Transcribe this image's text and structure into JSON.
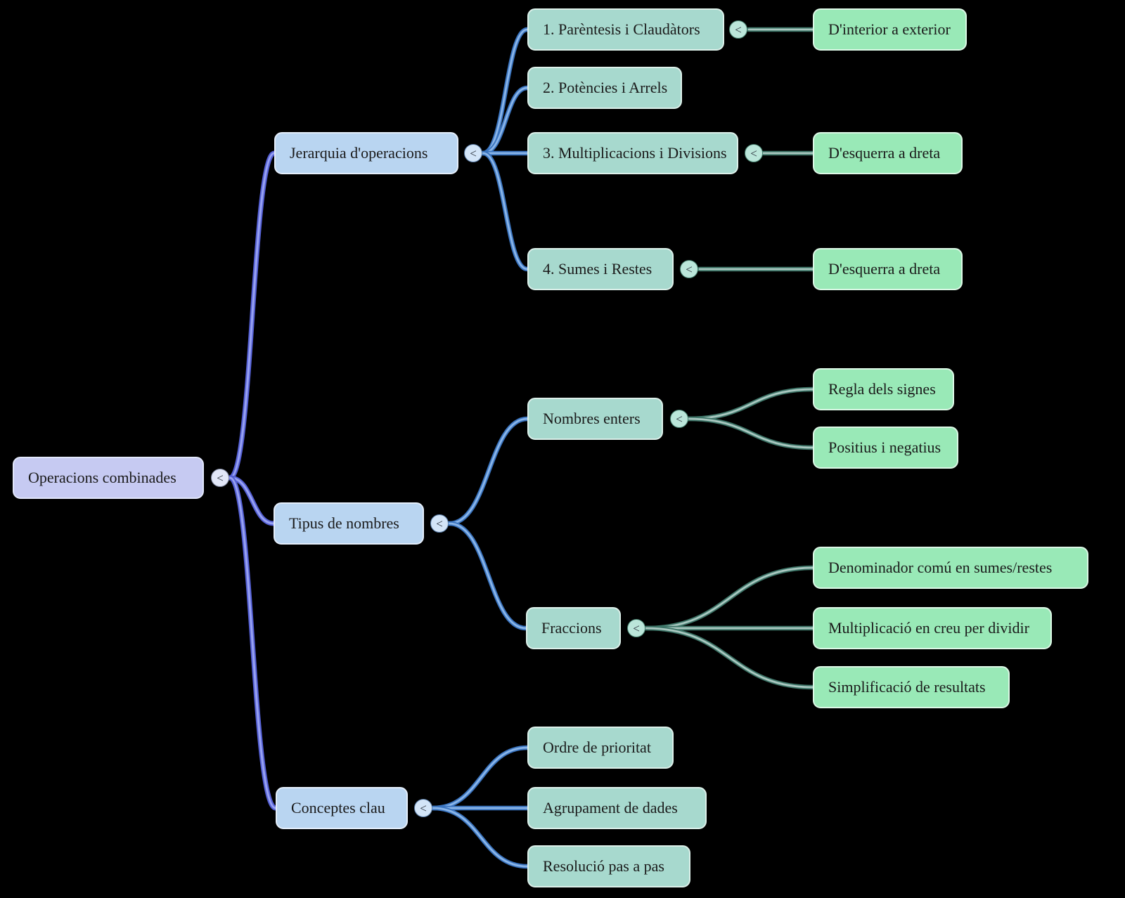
{
  "mindmap": {
    "toggle_glyph": "<",
    "root": {
      "label": "Operacions combinades"
    },
    "branches": [
      {
        "label": "Jerarquia d'operacions",
        "children": [
          {
            "label": "1. Parèntesis i Claudàtors",
            "children": [
              {
                "label": "D'interior a exterior"
              }
            ]
          },
          {
            "label": "2. Potències i Arrels"
          },
          {
            "label": "3. Multiplicacions i Divisions",
            "children": [
              {
                "label": "D'esquerra a dreta"
              }
            ]
          },
          {
            "label": "4. Sumes i Restes",
            "children": [
              {
                "label": "D'esquerra a dreta"
              }
            ]
          }
        ]
      },
      {
        "label": "Tipus de nombres",
        "children": [
          {
            "label": "Nombres enters",
            "children": [
              {
                "label": "Regla dels signes"
              },
              {
                "label": "Positius i negatius"
              }
            ]
          },
          {
            "label": "Fraccions",
            "children": [
              {
                "label": "Denominador comú en sumes/restes"
              },
              {
                "label": "Multiplicació en creu per dividir"
              },
              {
                "label": "Simplificació de resultats"
              }
            ]
          }
        ]
      },
      {
        "label": "Conceptes clau",
        "children": [
          {
            "label": "Ordre de prioritat"
          },
          {
            "label": "Agrupament de dades"
          },
          {
            "label": "Resolució pas a pas"
          }
        ]
      }
    ]
  },
  "palette": {
    "background": "#000000",
    "text": "#1a1a1a",
    "root_node_fill": "#c6caf2",
    "level1_node_fill": "#b9d5f1",
    "level2_node_fill": "#a7d9ce",
    "level3_node_fill": "#99e9b7",
    "link_root": "#5560d4",
    "link_level1": "#3a74bf",
    "link_level2": "#3d7467"
  }
}
